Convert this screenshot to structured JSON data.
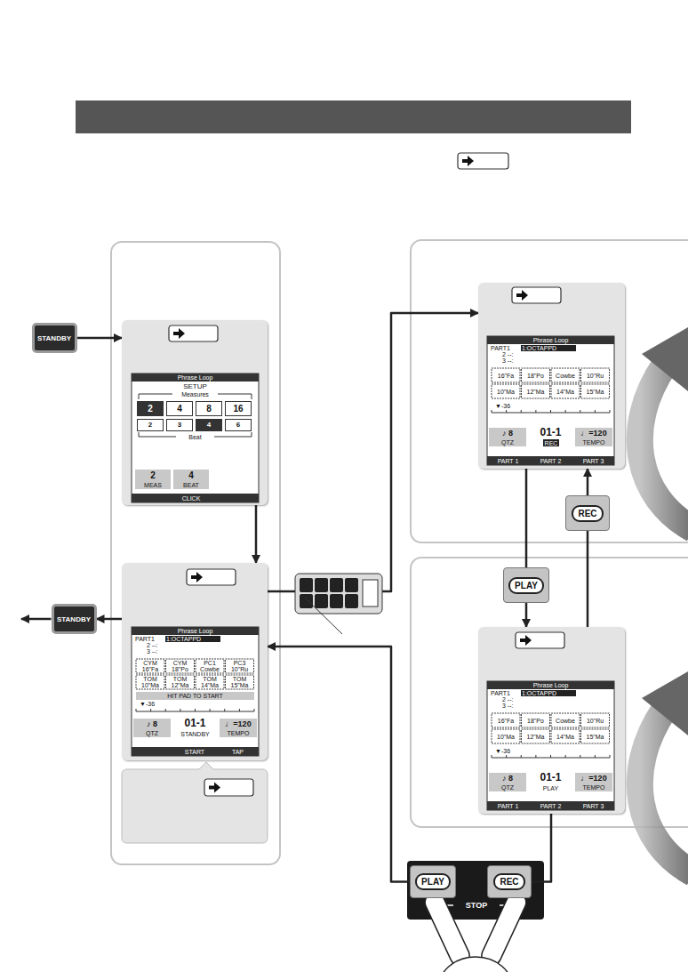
{
  "diagram": {
    "nodes": [
      {
        "text": [
          "STANDBY"
        ]
      },
      {
        "text": [
          "Phrase Loop",
          "SETUP",
          "Measures",
          "2",
          "4",
          "8",
          "16",
          "2",
          "3",
          "4",
          "6",
          "Beat",
          "2",
          "MEAS",
          "4",
          "BEAT",
          "CLICK"
        ]
      },
      {
        "text": [
          "Phrase Loop",
          "PART1",
          "1:OCTAPPD",
          "2 --:",
          "3 --:",
          "CYM",
          "16\"Fa",
          "CYM",
          "18\"Po",
          "PC1",
          "Cowbe",
          "PC3",
          "10\"Ru",
          "TOM",
          "10\"Ma",
          "TOM",
          "12\"Ma",
          "TOM",
          "14\"Ma",
          "TOM",
          "15\"Ma",
          "HIT PAD TO START",
          "▼-36",
          "♪ 8",
          "QTZ",
          "01-1",
          "STANDBY",
          "♩=120",
          "TEMPO",
          "START",
          "TAP"
        ]
      },
      {
        "text": [
          "STANDBY"
        ]
      },
      {
        "text": [
          "Phrase Loop",
          "PART1",
          "1:OCTAPPD",
          "2 --:",
          "3 --:",
          "16\"Fa",
          "18\"Po",
          "Cowbe",
          "10\"Ru",
          "10\"Ma",
          "12\"Ma",
          "14\"Ma",
          "15\"Ma",
          "▼-36",
          "♪ 8",
          "QTZ",
          "01-1",
          "REC",
          "♩=120",
          "TEMPO",
          "PART 1",
          "PART 2",
          "PART 3"
        ]
      },
      {
        "text": [
          "Phrase Loop",
          "PART1",
          "1:OCTAPPD",
          "2 --:",
          "3 --:",
          "16\"Fa",
          "18\"Po",
          "Cowbe",
          "10\"Ru",
          "10\"Ma",
          "12\"Ma",
          "14\"Ma",
          "15\"Ma",
          "▼-36",
          "♪ 8",
          "QTZ",
          "01-1",
          "PLAY",
          "♩=120",
          "TEMPO",
          "PART 1",
          "PART 2",
          "PART 3"
        ]
      },
      {
        "text": [
          "REC"
        ]
      },
      {
        "text": [
          "PLAY"
        ]
      },
      {
        "text": [
          "PLAY"
        ]
      },
      {
        "text": [
          "REC"
        ]
      }
    ],
    "edges": [
      {
        "from": 0,
        "to": 1,
        "arrow": "to"
      },
      {
        "from": 1,
        "to": 2,
        "arrow": "to"
      },
      {
        "from": 2,
        "to": 3,
        "arrow": "to"
      },
      {
        "from": 2,
        "to": 4,
        "arrow": "to"
      },
      {
        "from": 4,
        "to": 7,
        "arrow": "none"
      },
      {
        "from": 7,
        "to": 5,
        "arrow": "to"
      },
      {
        "from": 5,
        "to": 6,
        "arrow": "none"
      },
      {
        "from": 6,
        "to": 4,
        "arrow": "to"
      },
      {
        "from": 5,
        "to": 9,
        "arrow": "none"
      },
      {
        "from": 8,
        "to": 2,
        "arrow": "to"
      }
    ],
    "labels": [
      "STOP"
    ]
  }
}
